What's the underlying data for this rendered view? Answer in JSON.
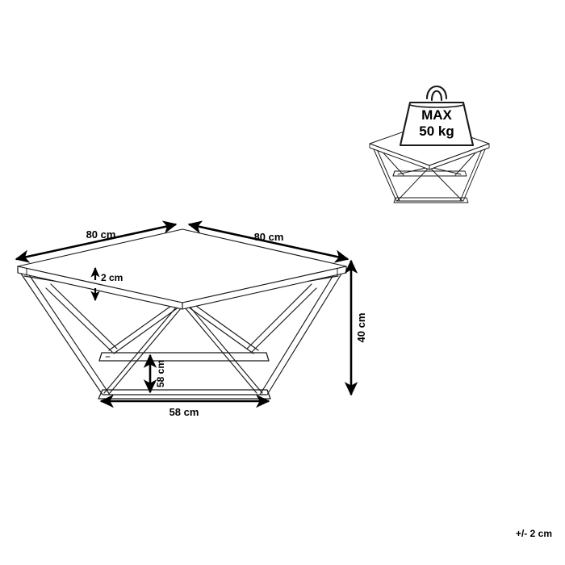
{
  "diagram": {
    "title": "Coffee table dimension diagram",
    "background_color": "#ffffff",
    "line_color": "#1a1a1a",
    "text_color": "#000000",
    "units": "cm"
  },
  "load_callout": {
    "max_label": "MAX",
    "weight_label": "50 kg",
    "icon": "weight-block-icon"
  },
  "dimensions": {
    "top_left_width": "80 cm",
    "top_right_width": "80 cm",
    "top_thickness": "2 cm",
    "total_height": "40 cm",
    "shelf_height": "58 cm",
    "base_width": "58 cm"
  },
  "tolerance": {
    "text": "+/- 2 cm"
  }
}
